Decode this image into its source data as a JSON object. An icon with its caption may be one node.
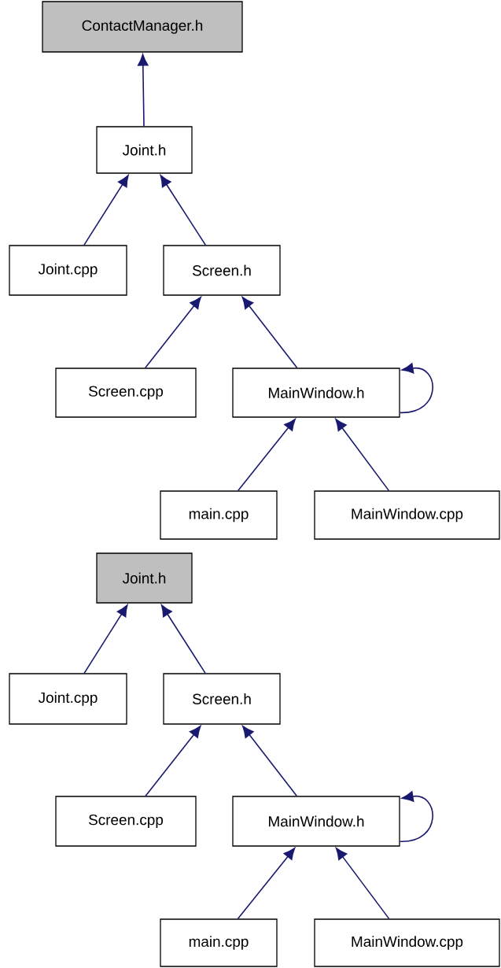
{
  "diagram": {
    "nodes": [
      {
        "text": [
          "ContactManager.h"
        ]
      },
      {
        "text": [
          "Joint.h"
        ]
      },
      {
        "text": [
          "Joint.cpp"
        ]
      },
      {
        "text": [
          "Screen.h"
        ]
      },
      {
        "text": [
          "Screen.cpp"
        ]
      },
      {
        "text": [
          "MainWindow.h"
        ]
      },
      {
        "text": [
          "main.cpp"
        ]
      },
      {
        "text": [
          "MainWindow.cpp"
        ]
      },
      {
        "text": [
          "Joint.h"
        ]
      },
      {
        "text": [
          "Joint.cpp"
        ]
      },
      {
        "text": [
          "Screen.h"
        ]
      },
      {
        "text": [
          "Screen.cpp"
        ]
      },
      {
        "text": [
          "MainWindow.h"
        ]
      },
      {
        "text": [
          "main.cpp"
        ]
      },
      {
        "text": [
          "MainWindow.cpp"
        ]
      }
    ],
    "edges": [
      {
        "from": 1,
        "to": 0,
        "arrow": "to"
      },
      {
        "from": 2,
        "to": 1,
        "arrow": "to"
      },
      {
        "from": 3,
        "to": 1,
        "arrow": "to"
      },
      {
        "from": 4,
        "to": 3,
        "arrow": "to"
      },
      {
        "from": 5,
        "to": 3,
        "arrow": "to"
      },
      {
        "from": 5,
        "to": 5,
        "arrow": "to"
      },
      {
        "from": 6,
        "to": 5,
        "arrow": "to"
      },
      {
        "from": 7,
        "to": 5,
        "arrow": "to"
      },
      {
        "from": 9,
        "to": 8,
        "arrow": "to"
      },
      {
        "from": 10,
        "to": 8,
        "arrow": "to"
      },
      {
        "from": 11,
        "to": 10,
        "arrow": "to"
      },
      {
        "from": 12,
        "to": 10,
        "arrow": "to"
      },
      {
        "from": 12,
        "to": 12,
        "arrow": "to"
      },
      {
        "from": 13,
        "to": 12,
        "arrow": "to"
      },
      {
        "from": 14,
        "to": 12,
        "arrow": "to"
      }
    ]
  }
}
